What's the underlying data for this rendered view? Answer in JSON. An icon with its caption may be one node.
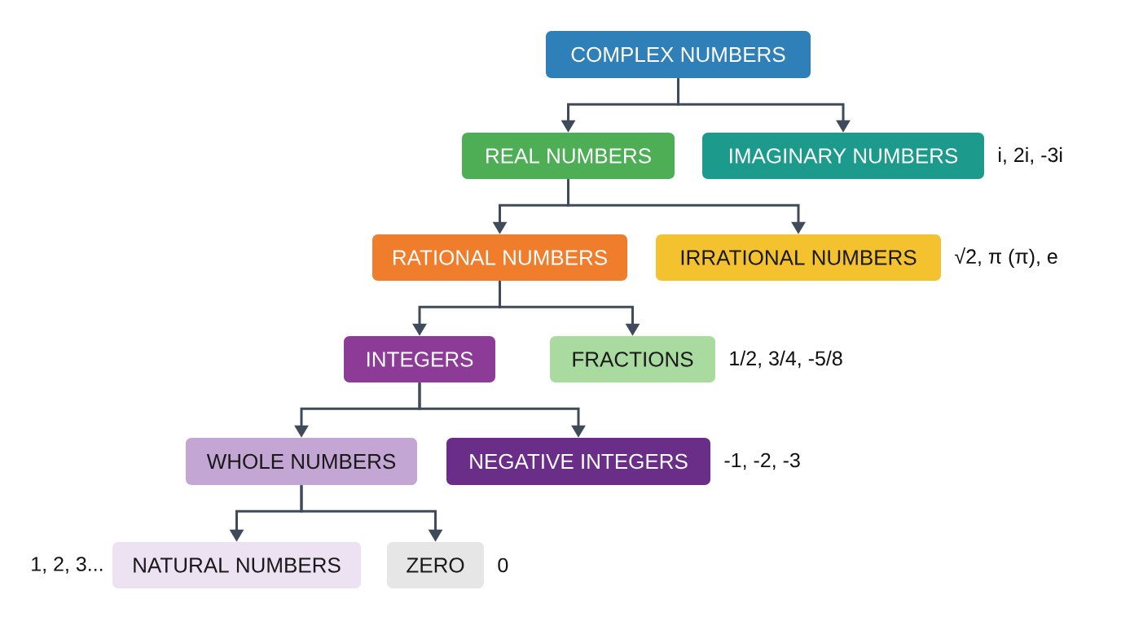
{
  "diagram": {
    "nodes": [
      {
        "text": [
          "COMPLEX NUMBERS"
        ]
      },
      {
        "text": [
          "REAL NUMBERS"
        ]
      },
      {
        "text": [
          "IMAGINARY NUMBERS"
        ],
        "beside": [
          "i, 2i, -3i"
        ]
      },
      {
        "text": [
          "RATIONAL NUMBERS"
        ]
      },
      {
        "text": [
          "IRRATIONAL NUMBERS"
        ],
        "beside": [
          "√2, π (π), e"
        ]
      },
      {
        "text": [
          "INTEGERS"
        ]
      },
      {
        "text": [
          "FRACTIONS"
        ],
        "beside": [
          "1/2, 3/4, -5/8"
        ]
      },
      {
        "text": [
          "WHOLE NUMBERS"
        ]
      },
      {
        "text": [
          "NEGATIVE INTEGERS"
        ],
        "beside": [
          "-1, -2, -3"
        ]
      },
      {
        "text": [
          "NATURAL NUMBERS"
        ],
        "beside": [
          "1, 2, 3..."
        ]
      },
      {
        "text": [
          "ZERO"
        ],
        "beside": [
          "0"
        ]
      }
    ],
    "edges": [
      {
        "from": 0,
        "to": 1,
        "arrow": "to"
      },
      {
        "from": 0,
        "to": 2,
        "arrow": "to"
      },
      {
        "from": 1,
        "to": 3,
        "arrow": "to"
      },
      {
        "from": 1,
        "to": 4,
        "arrow": "to"
      },
      {
        "from": 3,
        "to": 5,
        "arrow": "to"
      },
      {
        "from": 3,
        "to": 6,
        "arrow": "to"
      },
      {
        "from": 5,
        "to": 7,
        "arrow": "to"
      },
      {
        "from": 5,
        "to": 8,
        "arrow": "to"
      },
      {
        "from": 7,
        "to": 9,
        "arrow": "to"
      },
      {
        "from": 7,
        "to": 10,
        "arrow": "to"
      }
    ]
  }
}
